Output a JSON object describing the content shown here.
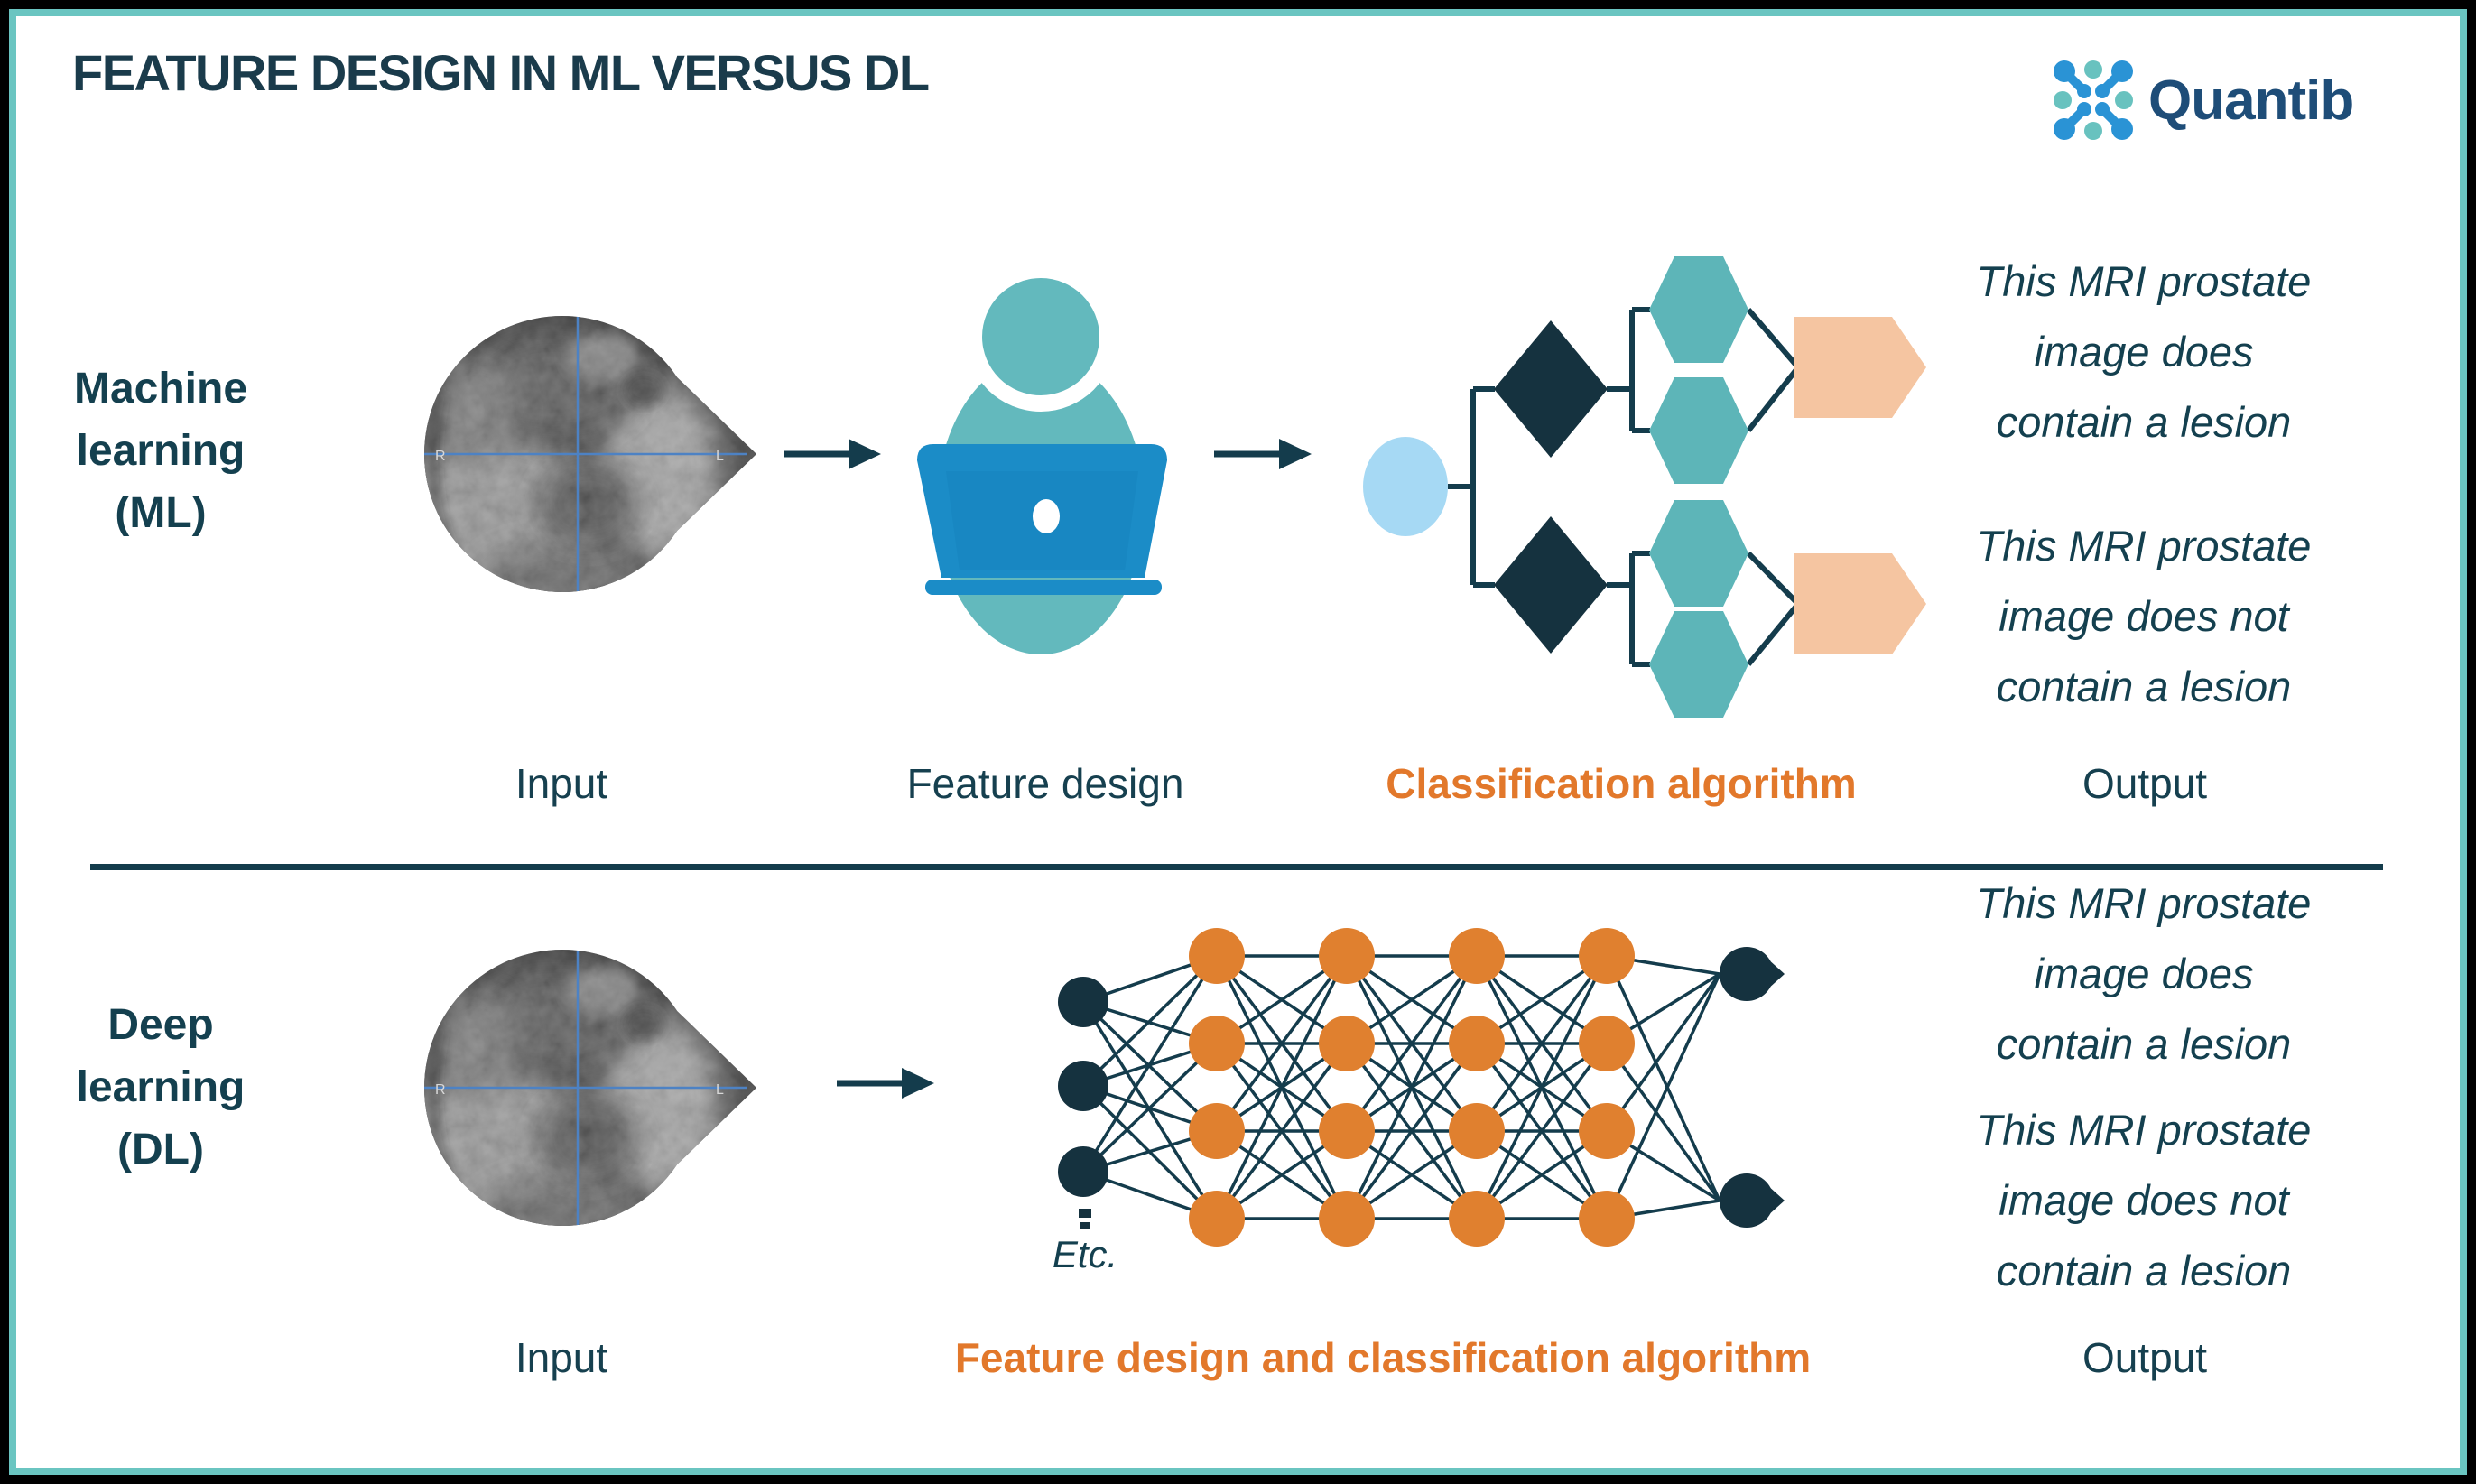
{
  "header": {
    "title": "FEATURE DESIGN IN ML VERSUS DL",
    "logo_text": "Quantib"
  },
  "mri": {
    "left_marker": "R",
    "right_marker": "L"
  },
  "ml_row": {
    "side_label_lines": [
      "Machine",
      "learning",
      "(ML)"
    ],
    "labels": {
      "input": "Input",
      "feature_design": "Feature design",
      "classification": "Classification algorithm",
      "output": "Output"
    },
    "output_para1_lines": [
      "This MRI prostate",
      "image does",
      "contain a lesion"
    ],
    "output_para2_lines": [
      "This MRI prostate",
      "image does not",
      "contain a lesion"
    ]
  },
  "dl_row": {
    "side_label_lines": [
      "Deep",
      "learning",
      "(DL)"
    ],
    "etc_label": "Etc.",
    "labels": {
      "input": "Input",
      "combined": "Feature design and classification algorithm",
      "output": "Output"
    },
    "output_para1_lines": [
      "This MRI prostate",
      "image does",
      "contain a lesion"
    ],
    "output_para2_lines": [
      "This MRI prostate",
      "image does not",
      "contain a lesion"
    ]
  },
  "colors": {
    "navy_text": "#14404f",
    "navy_shape": "#15323f",
    "line": "#143c4c",
    "orange_text": "#e2782b",
    "orange_node": "#e0802f",
    "teal_hexagon": "#5db5b8",
    "teal_head": "#63b9bd",
    "laptop_blue": "#1b8cc7",
    "light_blue_node": "#a6d9f4",
    "peach_pentagon": "#f5c5a1",
    "border_teal": "#6ac5c1",
    "logo_navy": "#1e4d78",
    "logo_blue": "#2a93d5",
    "logo_teal": "#68c2bf",
    "crosshair_blue": "#4d82c4"
  }
}
